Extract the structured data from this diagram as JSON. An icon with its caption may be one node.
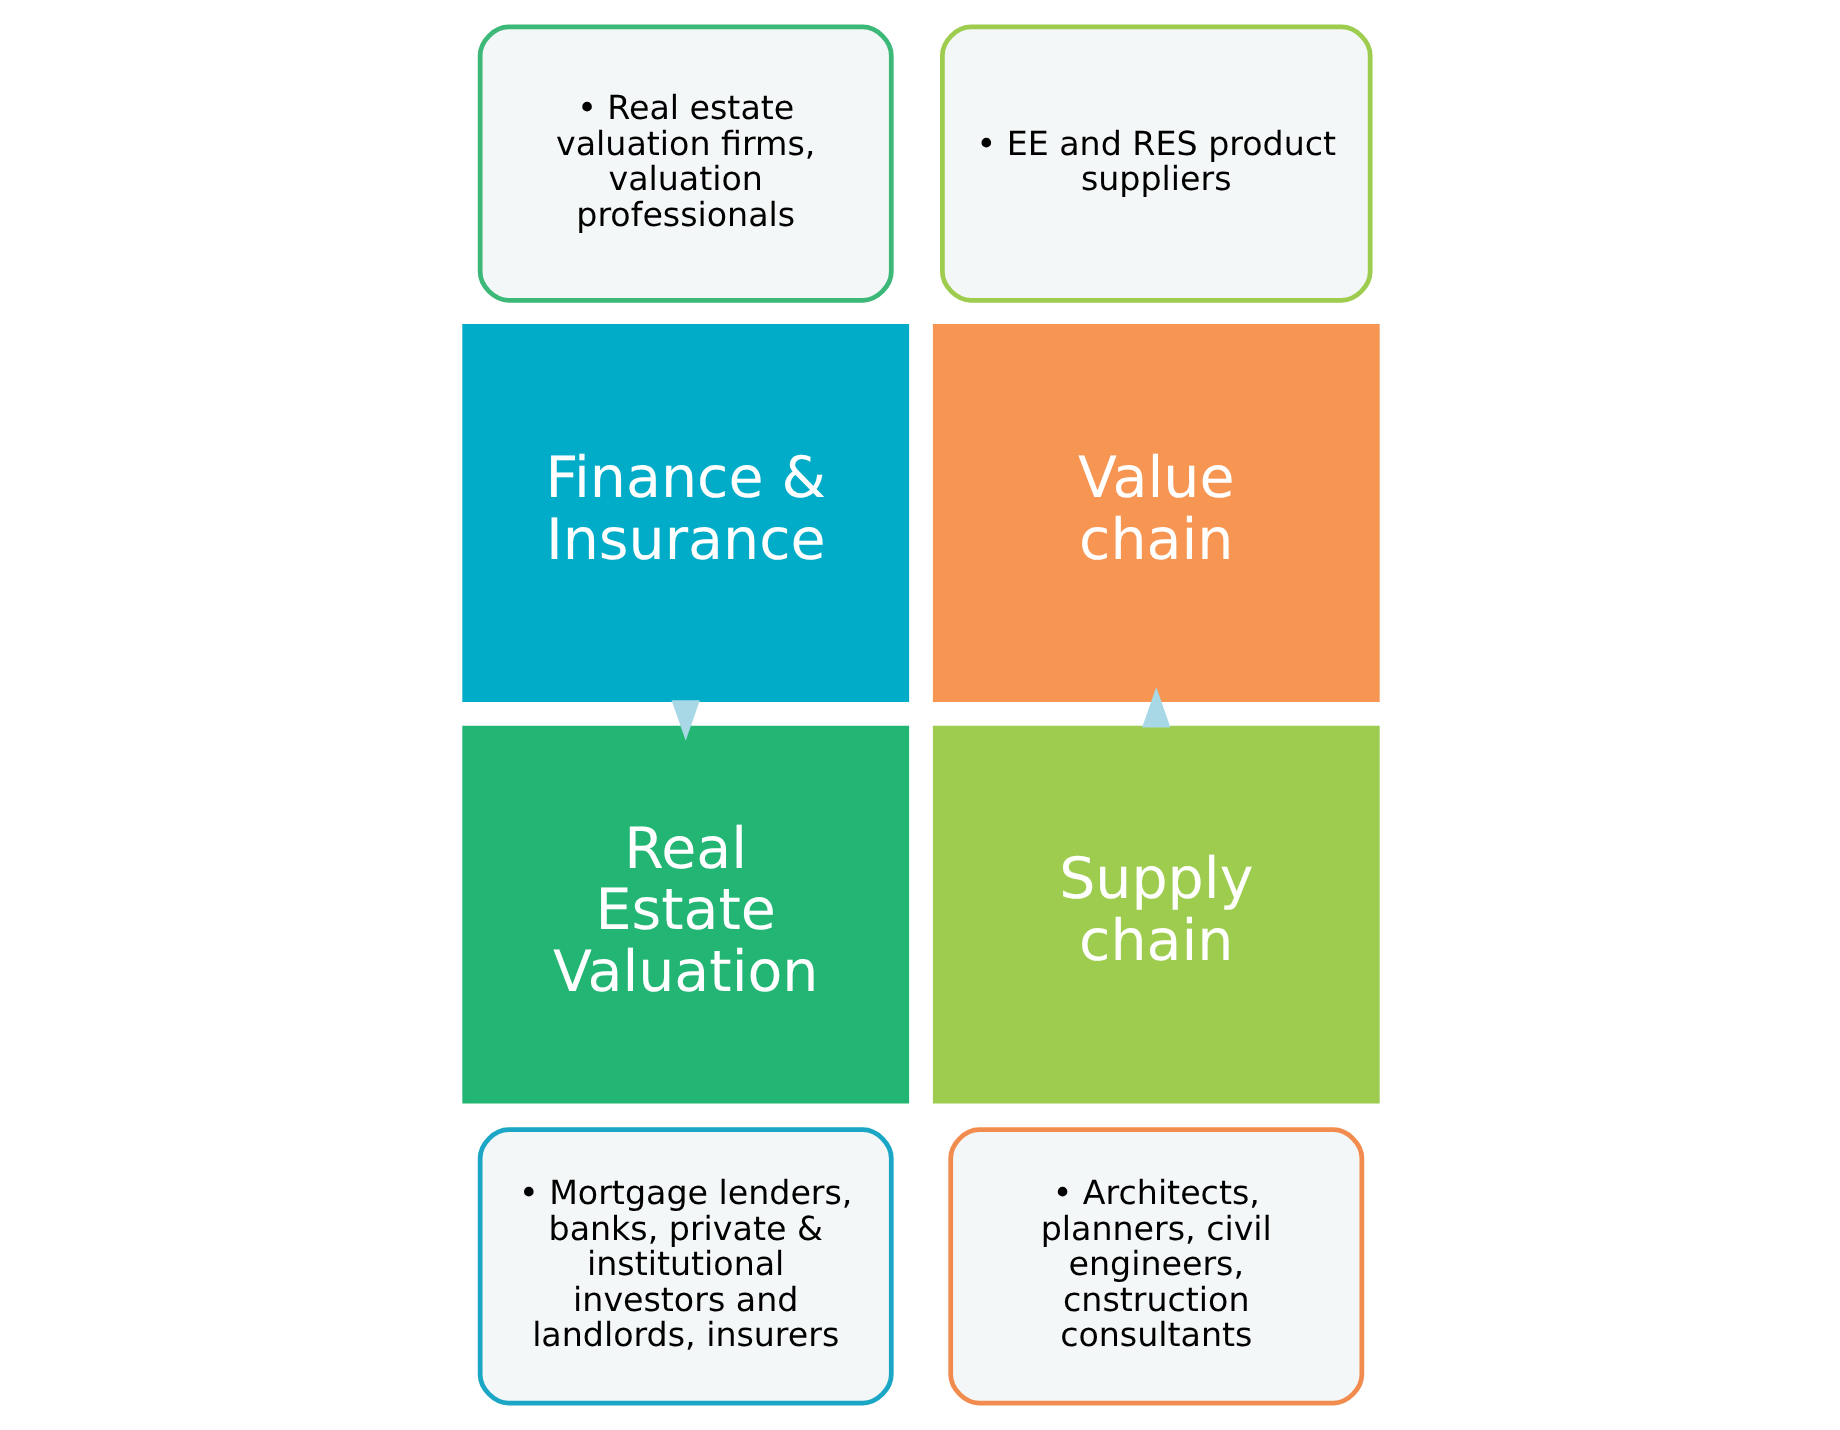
{
  "diagram": {
    "nodes": [
      {
        "text": [
          "• Mortgage lenders, banks, private & institutional investors and landlords, insurers"
        ]
      },
      {
        "text": [
          "Finance & Insurance"
        ]
      },
      {
        "text": [
          "Real Estate Valuation"
        ]
      },
      {
        "text": [
          "• Real estate valuation firms, valuation professionals"
        ]
      },
      {
        "text": [
          "• Architects, planners, civil engineers, cnstruction consultants"
        ]
      },
      {
        "text": [
          "Value chain"
        ]
      },
      {
        "text": [
          "Supply chain"
        ]
      },
      {
        "text": [
          "• EE and RES product suppliers"
        ]
      }
    ],
    "edges": [
      {
        "from": 1,
        "to": 2,
        "arrow": "to"
      },
      {
        "from": 6,
        "to": 5,
        "arrow": "to"
      }
    ]
  }
}
